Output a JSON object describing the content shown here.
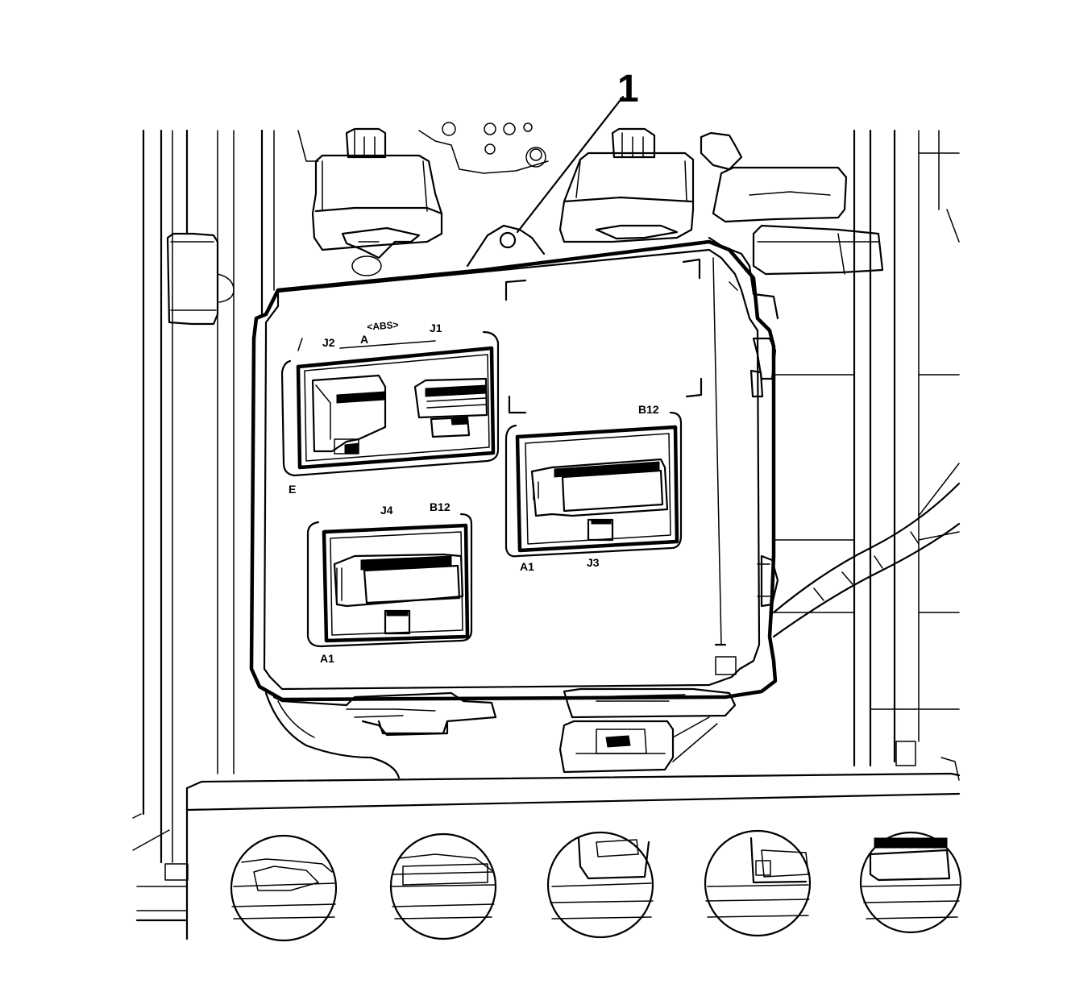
{
  "diagram": {
    "callouts": [
      {
        "id": "callout-1",
        "label": "1"
      }
    ],
    "module_labels": {
      "j2": "J2",
      "a": "A",
      "abs": "<ABS>",
      "j1": "J1",
      "e": "E",
      "j4": "J4",
      "b12_left": "B12",
      "a1_left": "A1",
      "b12_right": "B12",
      "a1_right": "A1",
      "j3": "J3"
    }
  }
}
